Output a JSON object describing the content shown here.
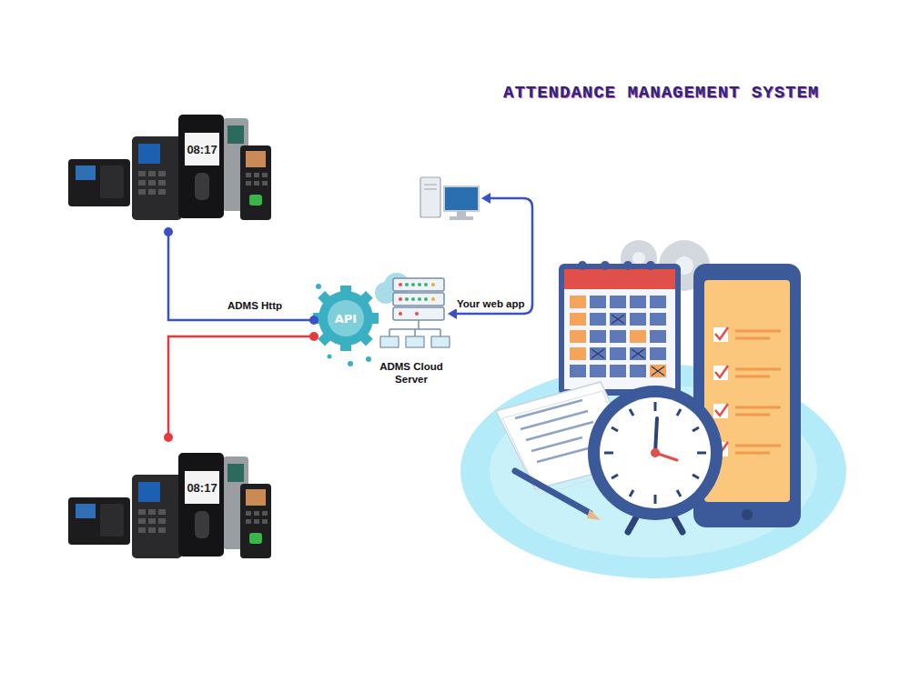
{
  "diagram": {
    "title": "ATTENDANCE MANAGEMENT SYSTEM",
    "nodes": [
      {
        "text": [
          "08:17"
        ]
      },
      {
        "text": [
          "08:17"
        ]
      },
      {
        "text": [
          "API",
          "ADMS Cloud Server"
        ]
      }
    ],
    "edges": [
      {
        "from": 0,
        "to": 2,
        "arrow": "none",
        "label": "ADMS Http"
      },
      {
        "from": 1,
        "to": 2,
        "arrow": "none"
      }
    ],
    "labels": [
      "Your web app"
    ]
  }
}
